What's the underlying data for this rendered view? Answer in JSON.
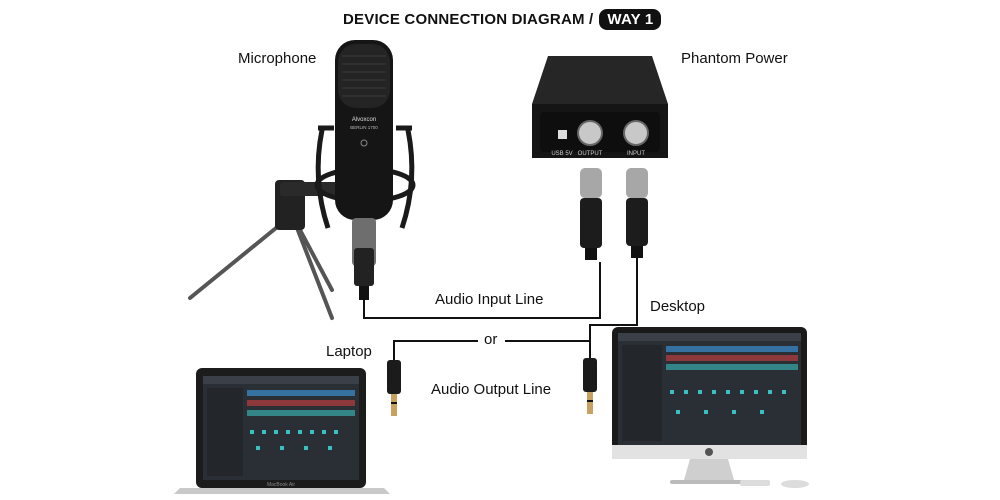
{
  "title": {
    "text": "DEVICE CONNECTION DIAGRAM /",
    "badge": "WAY 1"
  },
  "labels": {
    "microphone": "Microphone",
    "phantom_power": "Phantom Power",
    "audio_input_line": "Audio Input Line",
    "desktop": "Desktop",
    "laptop": "Laptop",
    "or": "or",
    "audio_output_line": "Audio Output Line"
  },
  "device_text": {
    "mic_brand": "Alvoxcon",
    "mic_model": "BERLIN 1700",
    "pp_usb": "USB 5V",
    "pp_output": "OUTPUT",
    "pp_input": "INPUT",
    "laptop_model": "MacBook Air"
  },
  "colors": {
    "cable": "#111111",
    "device_dark": "#1b1b1b",
    "screen": "#2a2f36",
    "accent_blue": "#3a8fd0",
    "accent_red": "#d04040",
    "accent_teal": "#3ac0c0"
  }
}
